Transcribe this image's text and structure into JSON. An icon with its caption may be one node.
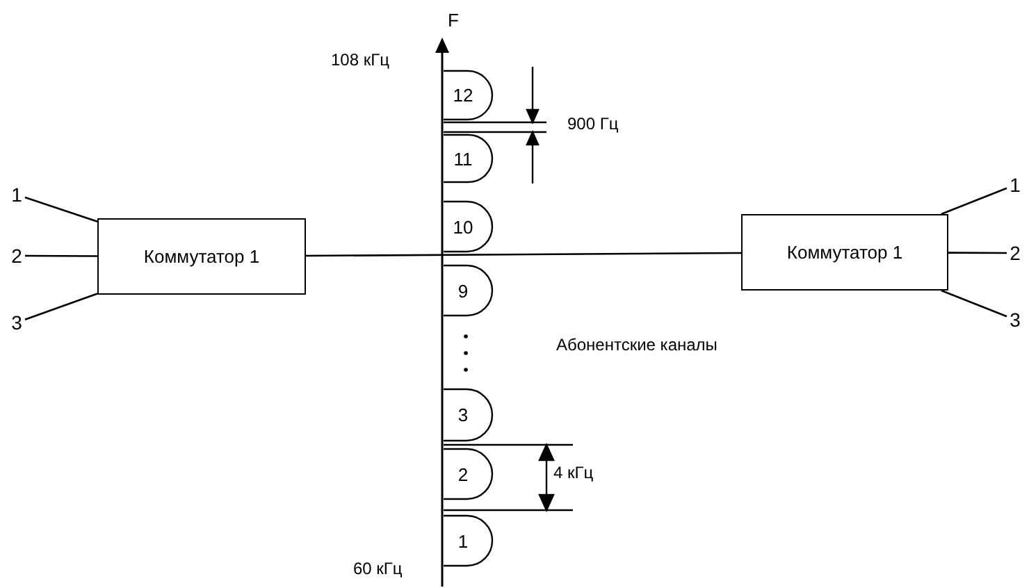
{
  "diagram": {
    "nodes": [
      {
        "text": [
          "1"
        ]
      },
      {
        "text": [
          "2"
        ]
      },
      {
        "text": [
          "3"
        ]
      },
      {
        "text": [
          "Коммутатор 1"
        ]
      },
      {
        "text": [
          "Коммутатор 1"
        ]
      },
      {
        "text": [
          "1"
        ]
      },
      {
        "text": [
          "2"
        ]
      },
      {
        "text": [
          "3"
        ]
      },
      {
        "text": [
          "12"
        ]
      },
      {
        "text": [
          "11"
        ]
      },
      {
        "text": [
          "10"
        ]
      },
      {
        "text": [
          "9"
        ]
      },
      {
        "text": [
          "3"
        ]
      },
      {
        "text": [
          "2"
        ]
      },
      {
        "text": [
          "1"
        ]
      }
    ],
    "edges": [
      {
        "from": 0,
        "to": 3,
        "arrow": "none"
      },
      {
        "from": 1,
        "to": 3,
        "arrow": "none"
      },
      {
        "from": 2,
        "to": 3,
        "arrow": "none"
      },
      {
        "from": 3,
        "to": 4,
        "arrow": "none"
      },
      {
        "from": 4,
        "to": 5,
        "arrow": "none"
      },
      {
        "from": 4,
        "to": 6,
        "arrow": "none"
      },
      {
        "from": 4,
        "to": 7,
        "arrow": "none"
      }
    ],
    "labels": [
      "F",
      "108 кГц",
      "900 Гц",
      "Абонентские каналы",
      "4 кГц",
      "60 кГц"
    ]
  }
}
